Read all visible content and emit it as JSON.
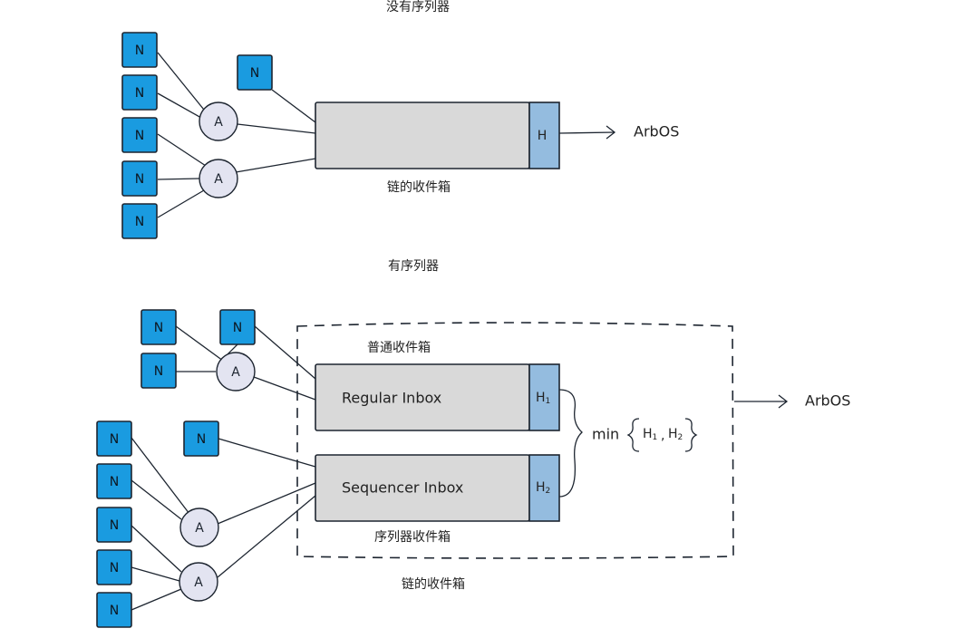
{
  "top": {
    "title": "没有序列器",
    "node_label": "N",
    "aggregator_label": "A",
    "head_label": "H",
    "inbox_caption": "链的收件箱",
    "output_label": "ArbOS"
  },
  "bottom": {
    "title": "有序列器",
    "node_label": "N",
    "aggregator_label": "A",
    "regular_caption": "普通收件箱",
    "regular_inbox": "Regular Inbox",
    "regular_head": "H",
    "regular_head_sub": "1",
    "sequencer_inbox": "Sequencer Inbox",
    "sequencer_head": "H",
    "sequencer_head_sub": "2",
    "sequencer_caption": "序列器收件箱",
    "min_label": "min",
    "min_set_h1": "H",
    "min_set_h1_sub": "1",
    "min_set_sep": ",",
    "min_set_h2": "H",
    "min_set_h2_sub": "2",
    "chain_caption": "链的收件箱",
    "output_label": "ArbOS"
  }
}
